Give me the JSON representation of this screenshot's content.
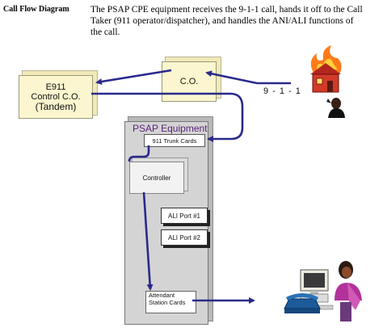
{
  "header": {
    "title": "Call Flow Diagram",
    "description_lines": [
      "The PSAP CPE equipment receives the 9-1-1 call, hands it off to the Call",
      "Taker (911 operator/dispatcher), and handles the ANI/ALI functions of",
      "the call."
    ]
  },
  "nodes": {
    "e911": {
      "line1": "E911",
      "line2": "Control C.O.",
      "line3": "(Tandem)"
    },
    "co": {
      "label": "C.O."
    },
    "psap": {
      "title": "PSAP Equipment",
      "trunk_cards": "911 Trunk Cards",
      "controller": "Controller",
      "ali_port_1": "ALI Port #1",
      "ali_port_2": "ALI Port #2",
      "attendant_line1": "Attendant",
      "attendant_line2": "Station Cards"
    }
  },
  "call_label": "9 - 1 - 1",
  "colors": {
    "arrow": "#2a2a8c",
    "box_fill": "#fbf6cf",
    "psap_fill": "#d4d4d4",
    "psap_title": "#5a1f7a"
  },
  "icons": [
    "burning-house-icon",
    "caller-person-icon",
    "call-taker-operator-icon",
    "telephone-icon",
    "computer-monitor-icon"
  ]
}
